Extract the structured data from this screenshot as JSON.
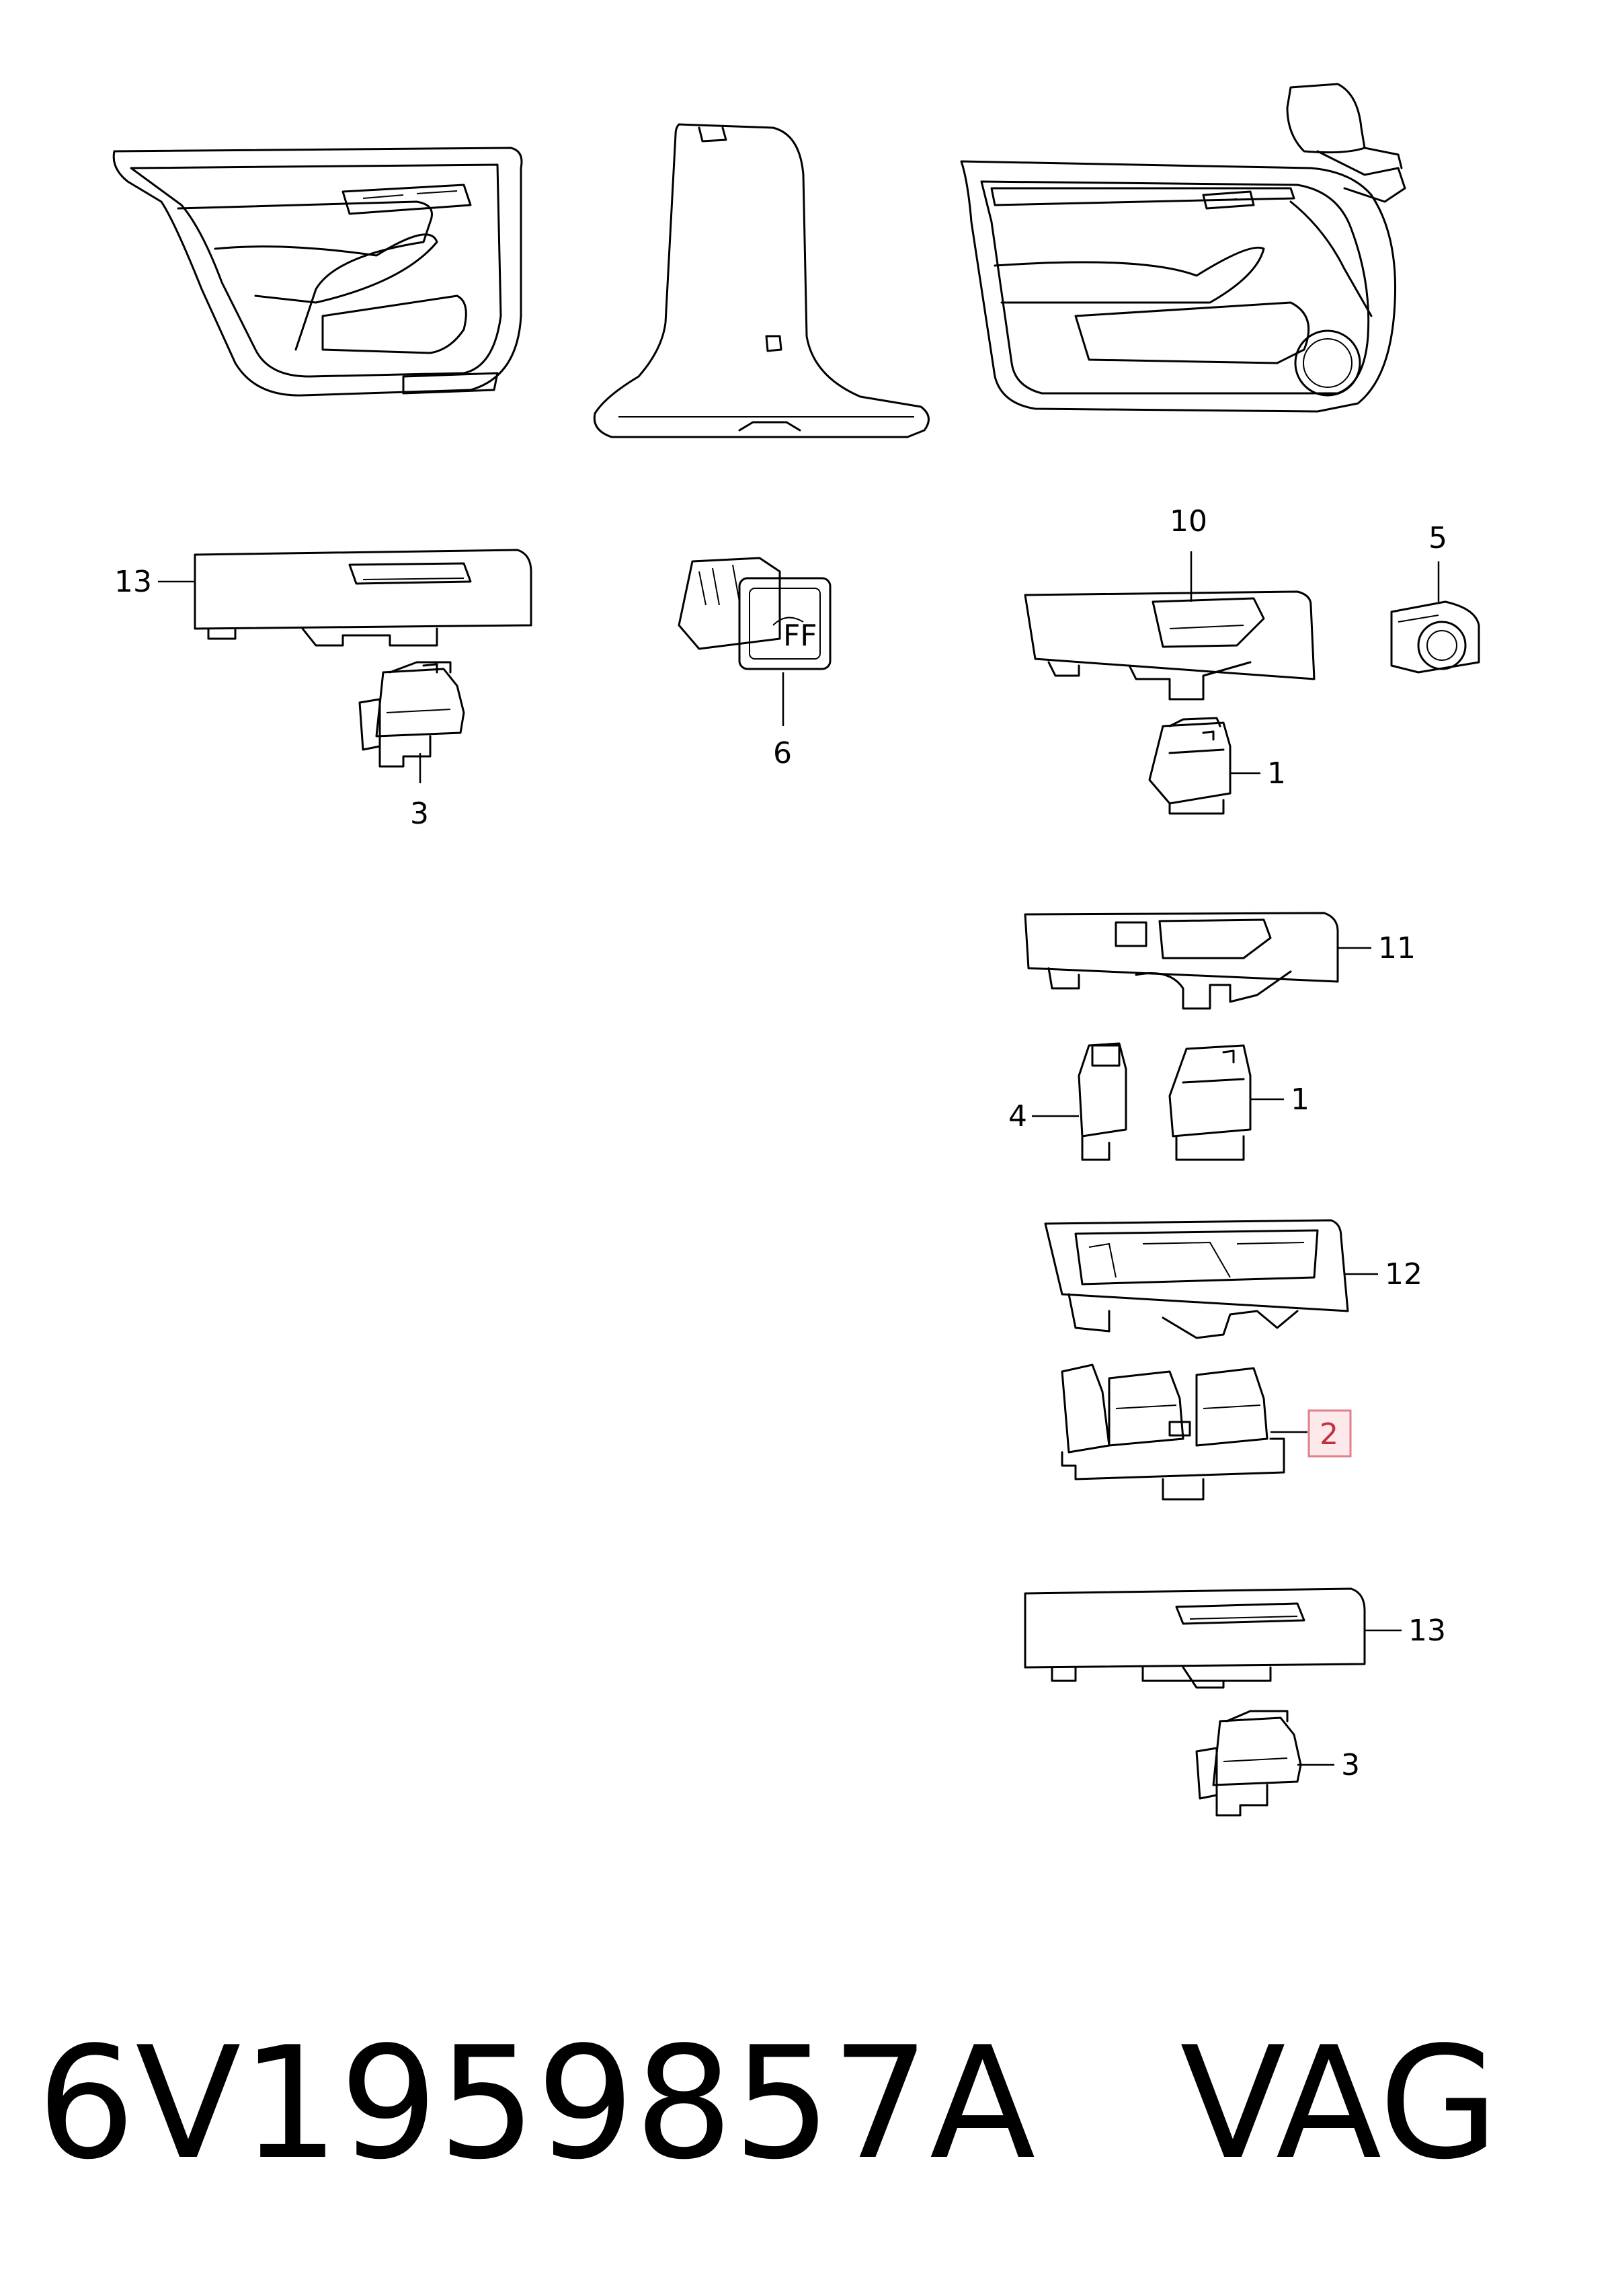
{
  "callouts": {
    "c13_top": "13",
    "c3_top": "3",
    "c6": "6",
    "c10": "10",
    "c5": "5",
    "c1_upper": "1",
    "c11": "11",
    "c4": "4",
    "c1_lower": "1",
    "c12": "12",
    "c2": "2",
    "c13_bottom": "13",
    "c3_bottom": "3"
  },
  "highlighted_callout": "2",
  "footer": {
    "part_number": "6V1959857A",
    "brand": "VAG"
  },
  "colors": {
    "line": "#000000",
    "highlight_fill": "#fde8ea",
    "highlight_stroke": "#e0808a"
  }
}
